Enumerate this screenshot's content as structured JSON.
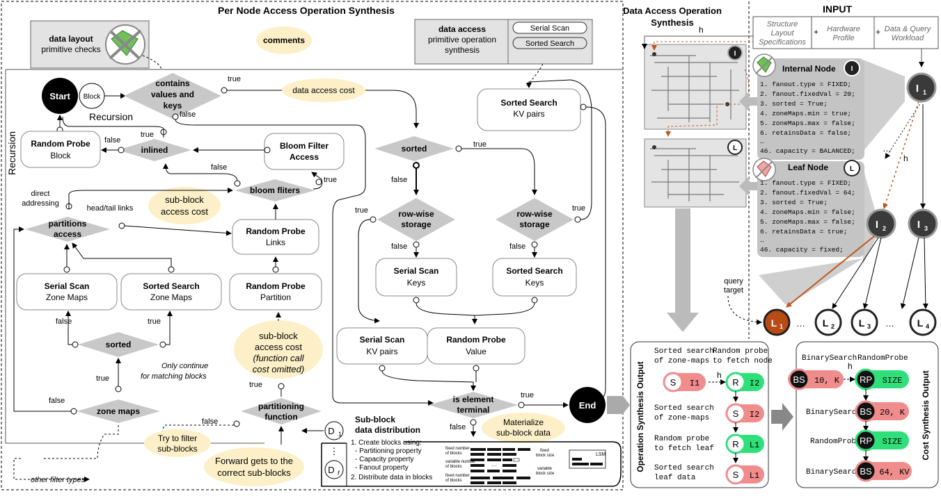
{
  "titles": {
    "per_node": "Per Node Access Operation Synthesis",
    "data_access_1": "Data Access Operation",
    "data_access_2": "Synthesis",
    "input": "INPUT",
    "recursion_side": "Recursion",
    "recursion_top": "Recursion"
  },
  "legend": {
    "layout_l1": "data layout",
    "layout_l2": "primitive checks",
    "comments": "comments",
    "access_l1": "data access",
    "access_l2": "primitive operation",
    "access_l3": "synthesis",
    "serial_scan": "Serial Scan",
    "sorted_search": "Sorted Search"
  },
  "flow": {
    "start": "Start",
    "block": "Block",
    "end": "End",
    "contains_1": "contains",
    "contains_2": "values and",
    "contains_3": "keys",
    "inlined": "inlined",
    "bloom_filters": "bloom fliters",
    "partitions_1": "partitions",
    "partitions_2": "access",
    "sorted": "sorted",
    "zone_maps": "zone maps",
    "partitioning_1": "partitioning",
    "partitioning_2": "function",
    "rowwise_1": "row-wise",
    "rowwise_2": "storage",
    "terminal_1": "is element",
    "terminal_2": "terminal"
  },
  "nodes": {
    "rp_block_t": "Random Probe",
    "rp_block_s": "Block",
    "bloom_t": "Bloom Filter",
    "bloom_s": "Access",
    "rp_links_t": "Random Probe",
    "rp_links_s": "Links",
    "ss_zone_t": "Serial Scan",
    "ss_zone_s": "Zone Maps",
    "srt_zone_t": "Sorted Search",
    "srt_zone_s": "Zone Maps",
    "rp_part_t": "Random Probe",
    "rp_part_s": "Partition",
    "srt_kv_t": "Sorted Search",
    "srt_kv_s": "KV pairs",
    "ss_keys_t": "Serial Scan",
    "ss_keys_s": "Keys",
    "srt_keys_t": "Sorted Search",
    "srt_keys_s": "Keys",
    "ss_kv_t": "Serial Scan",
    "ss_kv_s": "KV pairs",
    "rp_val_t": "Random Probe",
    "rp_val_s": "Value"
  },
  "clouds": {
    "data_access_cost": "data access cost",
    "subblock_cost_1": "sub-block",
    "subblock_cost_2": "access cost",
    "sb_cost2_1": "sub-block",
    "sb_cost2_2": "access cost",
    "sb_cost2_3": "(function call",
    "sb_cost2_4": "cost omitted)",
    "materialize_1": "Materialize",
    "materialize_2": "sub-block data",
    "try_filter_1": "Try to filter",
    "try_filter_2": "sub-blocks",
    "forward_1": "Forward gets to the",
    "forward_2": "correct sub-blocks"
  },
  "labels": {
    "true": "true",
    "false": "false",
    "direct_1": "direct",
    "direct_2": "addressing",
    "head_tail": "head/tail links",
    "only_1": "Only continue",
    "only_2": "for matching blocks",
    "other_filter": "other filter types"
  },
  "subblock": {
    "title_1": "Sub-block",
    "title_2": "data distribution",
    "d1": "D",
    "d1_sub": "1",
    "df": "D",
    "df_sub": "f",
    "dots": "⋮",
    "l1": "1. Create blocks using:",
    "l2": "- Partitioning property",
    "l3": "- Capacity property",
    "l4": "- Fanout property",
    "l5": "2. Distribute data in blocks",
    "fixed_num": "fixed number",
    "of_blocks": "of blocks",
    "var_num": "variable number",
    "fixed_size": "fixed",
    "block_size": "block size",
    "variable": "variable",
    "lsm": "LSM"
  },
  "input": {
    "structure_1": "Structure",
    "structure_2": "Layout",
    "structure_3": "Specifications",
    "hardware_1": "Hardware",
    "hardware_2": "Profile",
    "workload_1": "Data & Query",
    "workload_2": "Workload",
    "plus": "+"
  },
  "internal_node": {
    "title": "Internal Node",
    "badge": "I",
    "lines": [
      "1. fanout.type = FIXED;",
      "2. fanout.fixedVal = 20;",
      "3. sorted = True;",
      "4. zoneMaps.min = true;",
      "5. zoneMaps.max = false;",
      "6. retainsData = false;",
      "…",
      "46. capacity = BALANCED;"
    ]
  },
  "leaf_node": {
    "title": "Leaf Node",
    "badge": "L",
    "lines": [
      "1. fanout.type = FIXED;",
      "2. fanout.fixedVal = 64;",
      "3. sorted = True;",
      "4. zoneMaps.min = false;",
      "5. zoneMaps.max = false;",
      "6. retainsData = true;",
      "…",
      "46. capacity = fixed;"
    ]
  },
  "tree": {
    "h": "h",
    "i1": "I",
    "i1_sub": "1",
    "i2": "I",
    "i2_sub": "2",
    "i3": "I",
    "i3_sub": "3",
    "l1": "L",
    "l1_sub": "1",
    "l2": "L",
    "l2_sub": "2",
    "l3": "L",
    "l3_sub": "3",
    "l4": "L",
    "l4_sub": "4",
    "ellipsis": "…",
    "query_1": "query",
    "query_2": "target"
  },
  "op_output": {
    "side_title": "Operation Synthesis Output",
    "c1_1": "Sorted search",
    "c1_2": "of zone-maps",
    "c2_1": "Random probe",
    "c2_2": "to fetch node",
    "c3_1": "Sorted search",
    "c3_2": "of zone-maps",
    "c4_1": "Random probe",
    "c4_2": "to fetch leaf",
    "c5_1": "Sorted search",
    "c5_2": "leaf data",
    "s": "S",
    "r": "R",
    "i1": "I1",
    "i2": "I2",
    "l1": "L1",
    "h": "h"
  },
  "cost_output": {
    "side_title": "Cost Synthesis Output",
    "binary_search": "BinarySearch",
    "random_probe": "RandomProbe",
    "bs": "BS",
    "rp": "RP",
    "v1": "10, K",
    "v2": "SIZE",
    "v3": "20, K",
    "v4": "SIZE",
    "v5": "64, KV",
    "h": "h"
  },
  "colors": {
    "diamond": "#c8c8c8",
    "cloud": "#fdf0c8",
    "pink": "#f4a6a6",
    "green": "#2fe07a",
    "salmon": "#f08c8c",
    "gray_panel": "#c4c4c4",
    "tree_dark": "#3a3a3a",
    "leaf_target": "#b84a14"
  }
}
